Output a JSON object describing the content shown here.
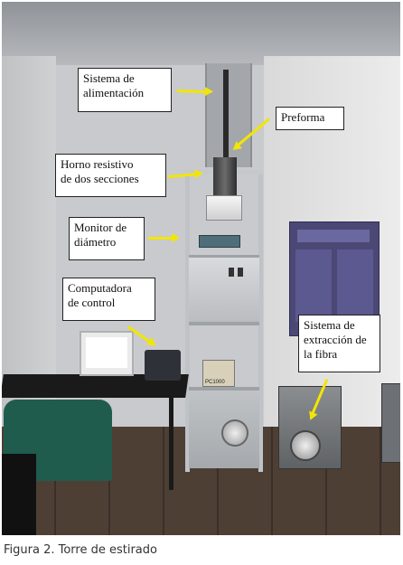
{
  "labels": {
    "feed": "Sistema de\nalimentación",
    "preform": "Preforma",
    "furnace": "Horno  resistivo\nde dos secciones",
    "diameter": "Monitor de\ndiámetro",
    "computer": "Computadora\nde control",
    "extraction": "Sistema de\nextracción de\nla fibra",
    "controller_text": "PC1000"
  },
  "caption": "Figura 2. Torre de estirado",
  "colors": {
    "arrow": "#f2e600",
    "wall": "#c9cacd",
    "floor": "#5a4a3f"
  }
}
